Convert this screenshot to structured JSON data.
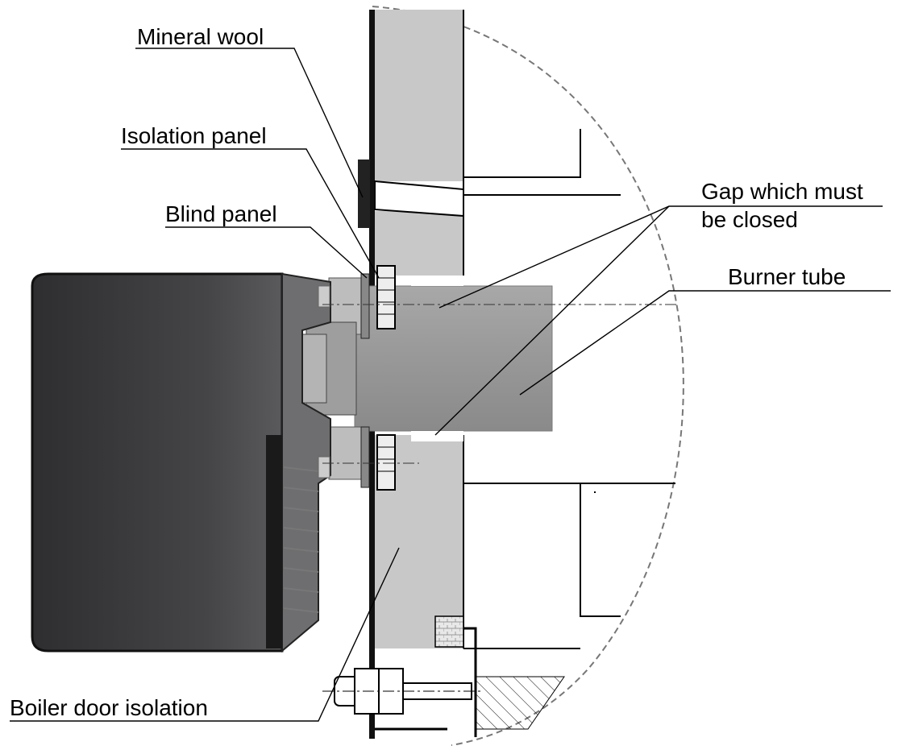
{
  "labels": {
    "mineral_wool": "Mineral wool",
    "isolation_panel": "Isolation panel",
    "blind_panel": "Blind panel",
    "gap_line1": "Gap which must",
    "gap_line2": "be closed",
    "burner_tube": "Burner tube",
    "boiler_door_isolation": "Boiler door isolation"
  },
  "colors": {
    "insulation": "#c8c8c8",
    "burner_housing": "#3a3a3c",
    "burner_tube": "#9a9a9a",
    "line": "#000000"
  }
}
